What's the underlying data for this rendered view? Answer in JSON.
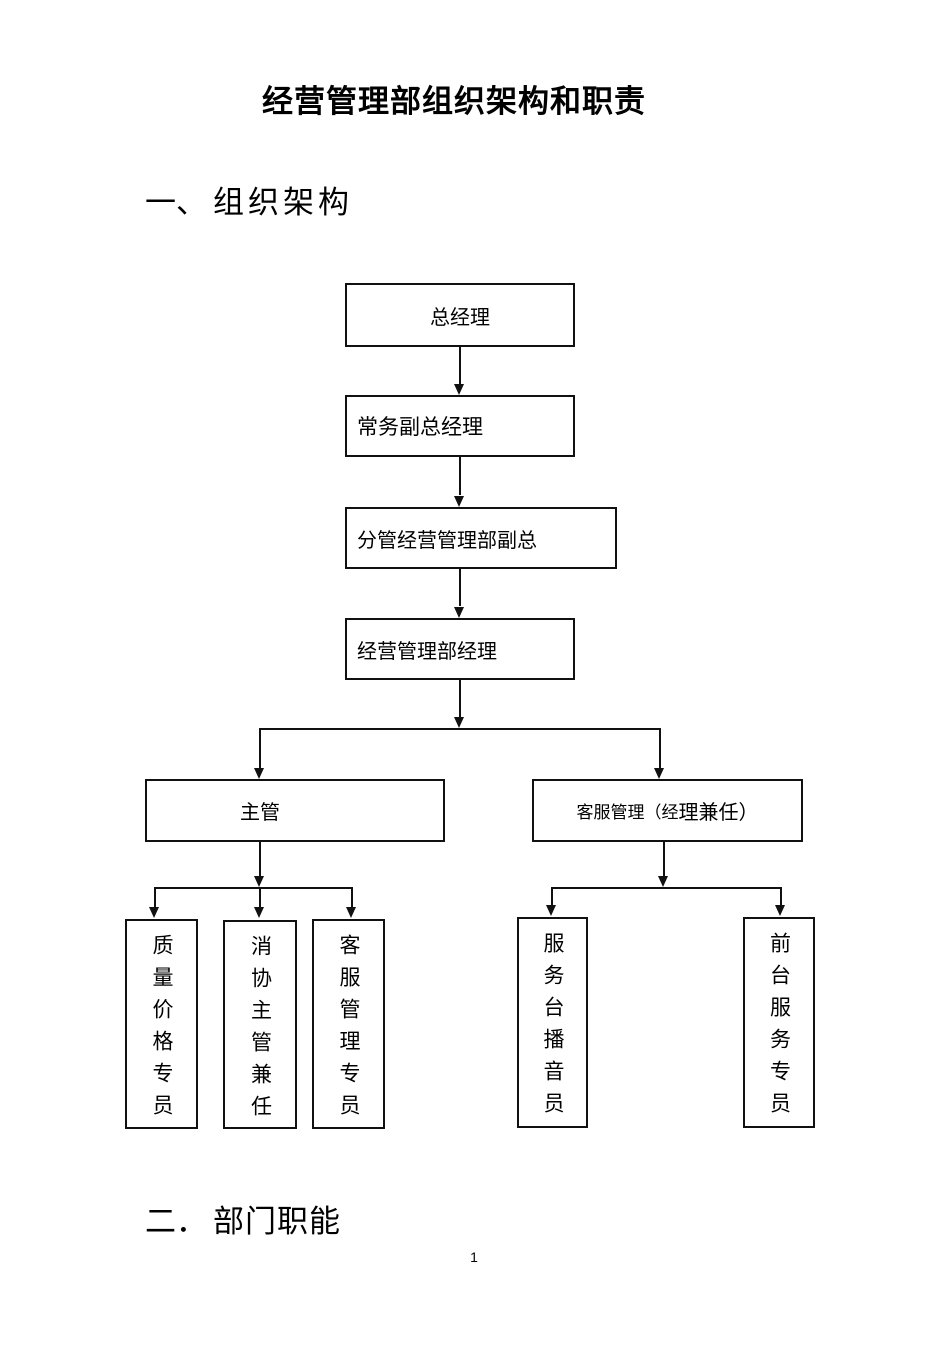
{
  "document": {
    "title": "经营管理部组织架构和职责",
    "sections": [
      {
        "numeral": "一、",
        "label": "组织架构"
      },
      {
        "numeral": "二．",
        "label": "部门职能"
      }
    ],
    "page_number": "1"
  },
  "org_chart": {
    "nodes": {
      "general_manager": {
        "label": "总经理"
      },
      "executive_deputy_gm": {
        "label": "常务副总经理"
      },
      "vp_in_charge": {
        "label": "分管经营管理部副总"
      },
      "dept_manager": {
        "label": "经营管理部经理"
      },
      "supervisor": {
        "label": "主管"
      },
      "customer_service_mgmt": {
        "label": "客服管理（经理兼任）",
        "label_part1": "客服管理（经",
        "label_part2": "理兼任）"
      },
      "quality_price_specialist": {
        "label": "质量价格专员"
      },
      "consumer_assoc_supervisor": {
        "label": "消协主管兼任"
      },
      "cs_mgmt_specialist": {
        "label": "客服管理专员"
      },
      "service_desk_announcer": {
        "label": "服务台播音员"
      },
      "front_desk_specialist": {
        "label": "前台服务专员"
      }
    }
  }
}
